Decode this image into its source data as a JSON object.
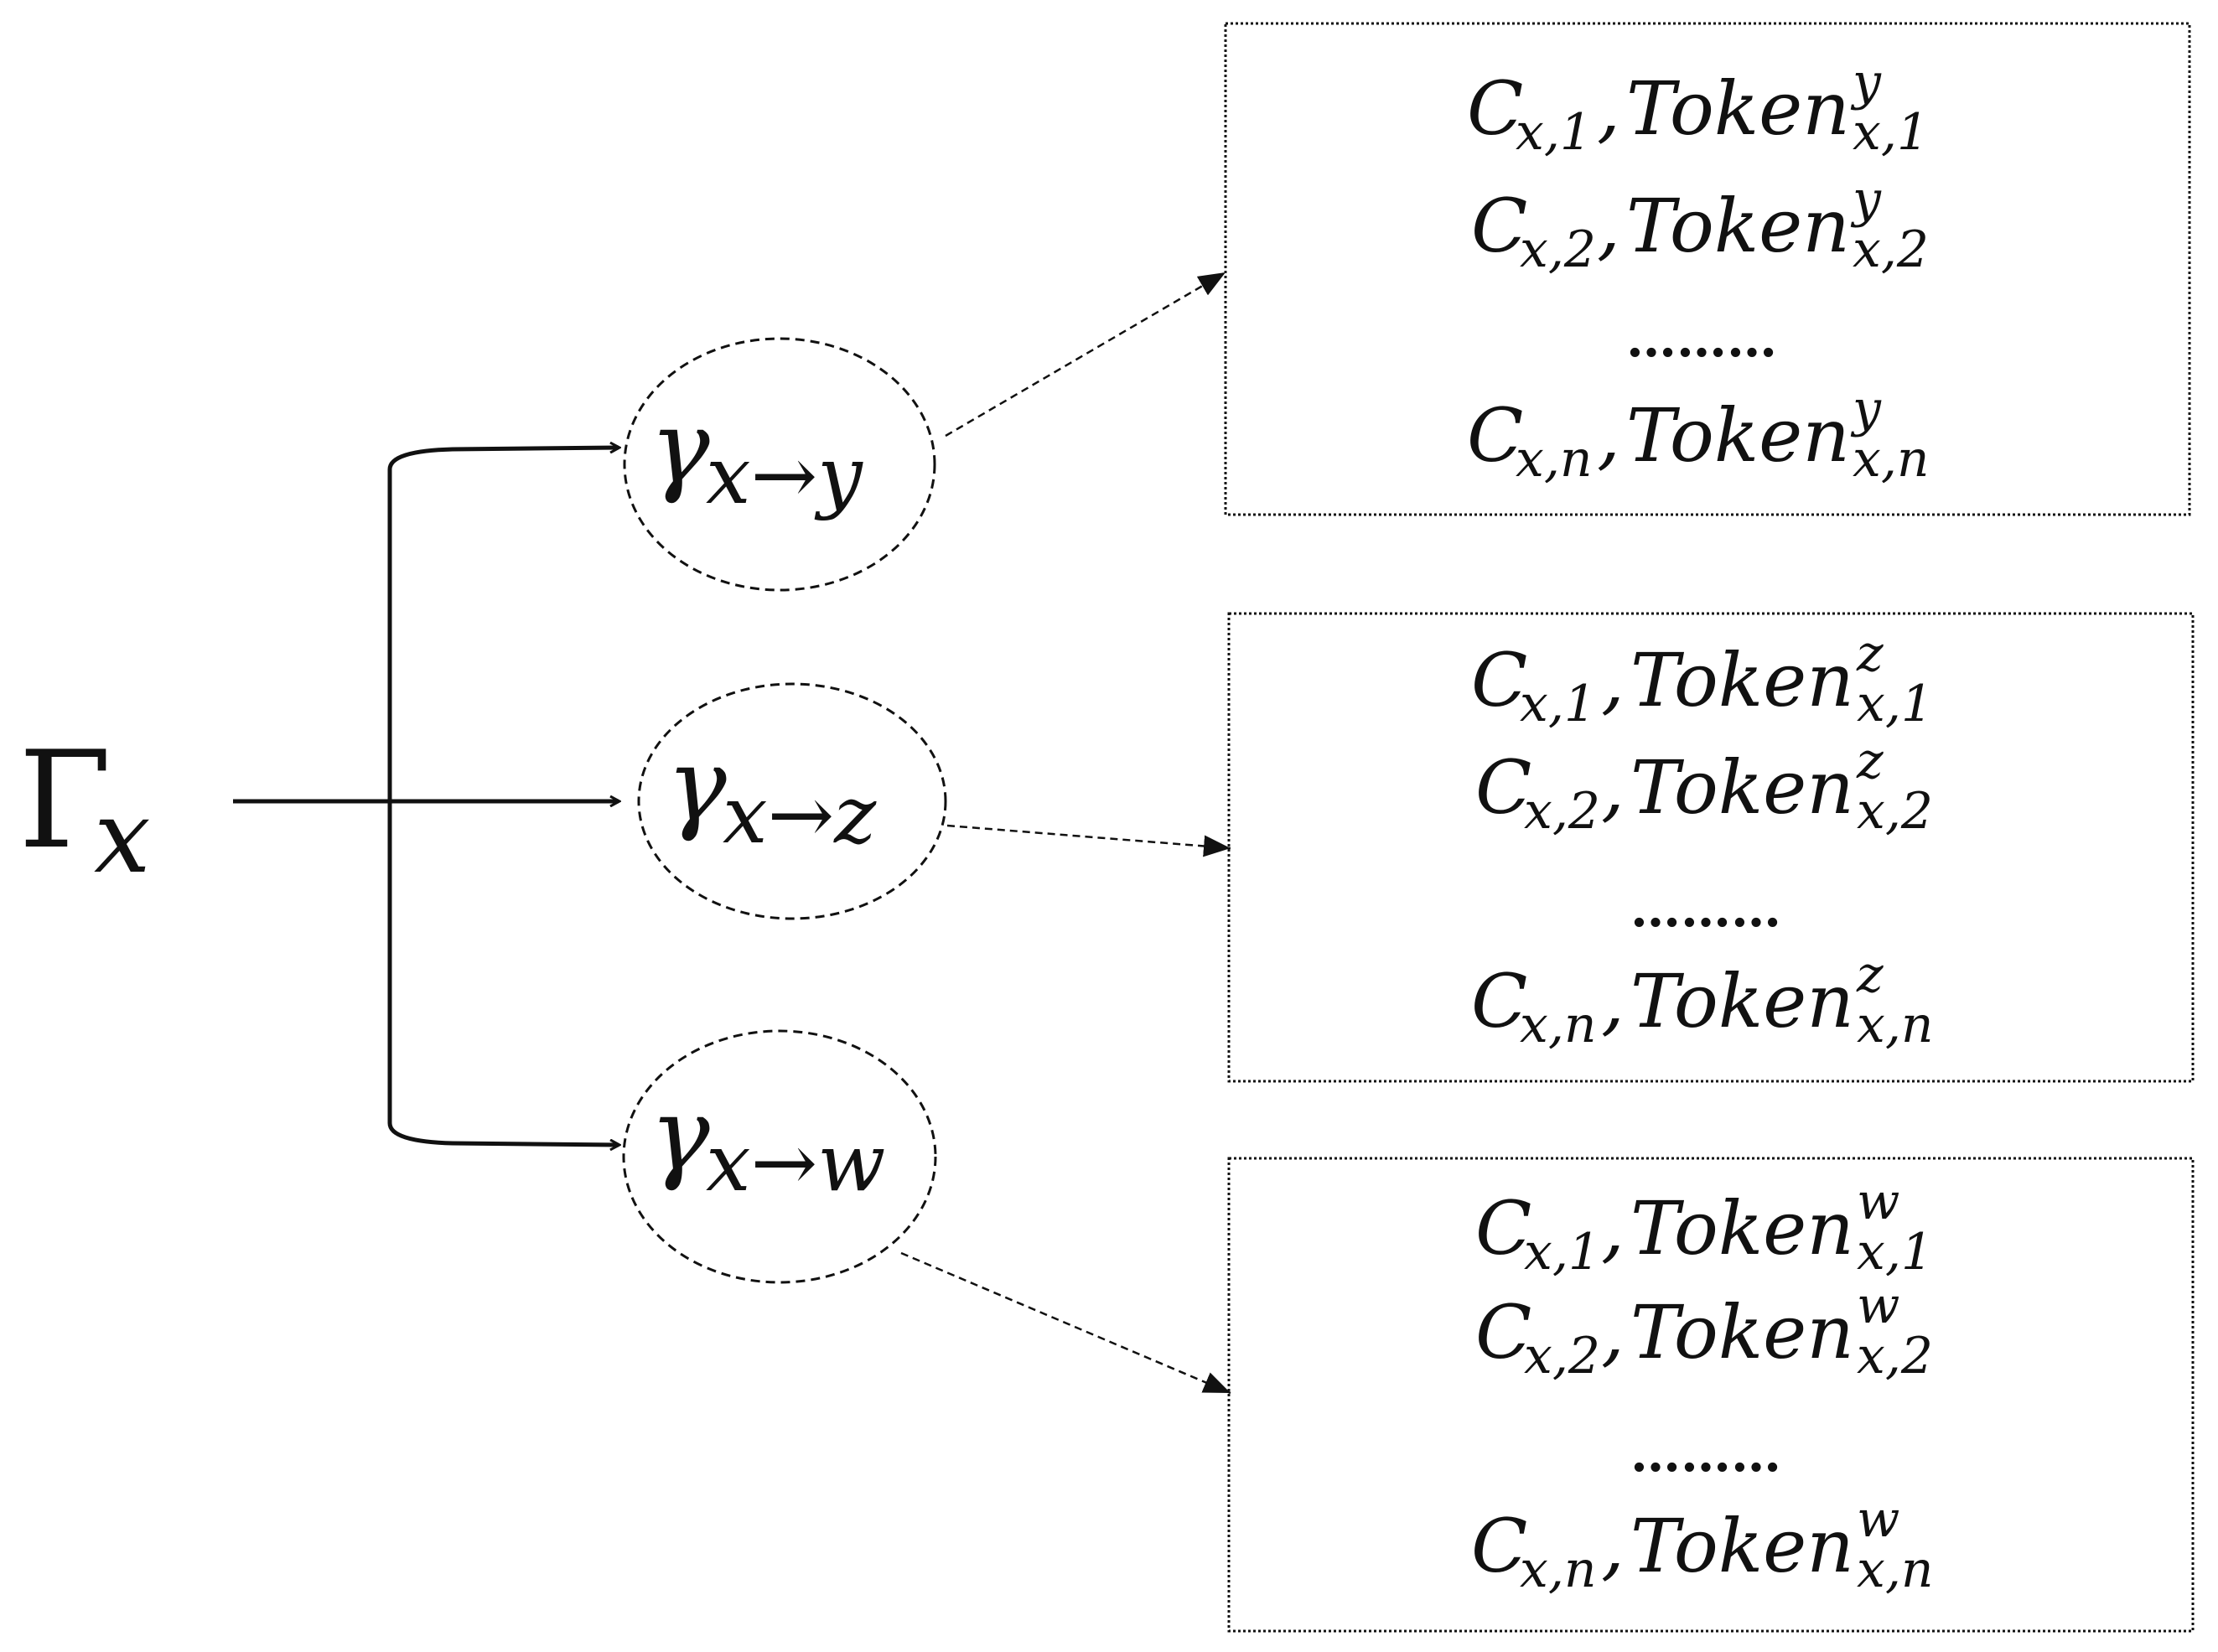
{
  "source": {
    "base": "Γ",
    "sub": "x"
  },
  "branches": [
    {
      "gamma": "γ",
      "sub": "x→y",
      "table": {
        "rows": [
          {
            "c": "C",
            "c_sub": "x,1",
            "sep": ",",
            "token": "Token",
            "token_sup": "y",
            "token_sub": "x,1"
          },
          {
            "c": "C",
            "c_sub": "x,2",
            "sep": ",",
            "token": "Token",
            "token_sup": "y",
            "token_sub": "x,2"
          },
          {
            "c": "C",
            "c_sub": "x,n",
            "sep": ",",
            "token": "Token",
            "token_sup": "y",
            "token_sub": "x,n"
          }
        ],
        "ellipsis": "………"
      }
    },
    {
      "gamma": "γ",
      "sub": "x→z",
      "table": {
        "rows": [
          {
            "c": "C",
            "c_sub": "x,1",
            "sep": ",",
            "token": "Token",
            "token_sup": "z",
            "token_sub": "x,1"
          },
          {
            "c": "C",
            "c_sub": "x,2",
            "sep": ",",
            "token": "Token",
            "token_sup": "z",
            "token_sub": "x,2"
          },
          {
            "c": "C",
            "c_sub": "x,n",
            "sep": ",",
            "token": "Token",
            "token_sup": "z",
            "token_sub": "x,n"
          }
        ],
        "ellipsis": "………"
      }
    },
    {
      "gamma": "γ",
      "sub": "x→w",
      "table": {
        "rows": [
          {
            "c": "C",
            "c_sub": "x,1",
            "sep": ",",
            "token": "Token",
            "token_sup": "w",
            "token_sub": "x,1"
          },
          {
            "c": "C",
            "c_sub": "x,2",
            "sep": ",",
            "token": "Token",
            "token_sup": "w",
            "token_sub": "x,2"
          },
          {
            "c": "C",
            "c_sub": "x,n",
            "sep": ",",
            "token": "Token",
            "token_sup": "w",
            "token_sub": "x,n"
          }
        ],
        "ellipsis": "………"
      }
    }
  ]
}
